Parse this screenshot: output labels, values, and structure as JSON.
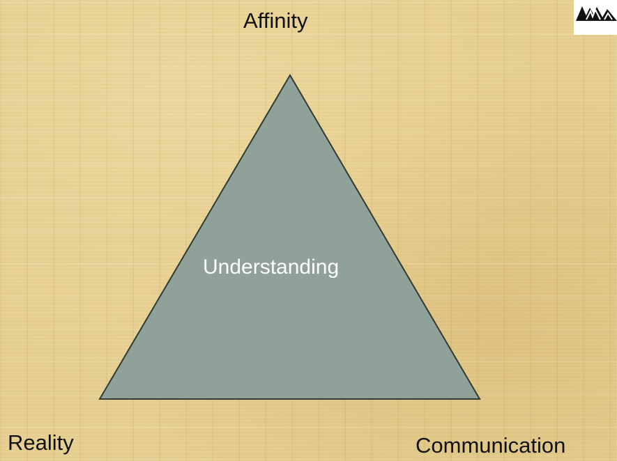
{
  "slide": {
    "background_color": "#e6cf8f",
    "diagram": {
      "type": "triangle",
      "fill_color": "#8fa198",
      "stroke_color": "#2f3a33",
      "center_label": "Understanding",
      "vertices": {
        "top": "Affinity",
        "bottom_left": "Reality",
        "bottom_right": "Communication"
      }
    },
    "logo": {
      "icon": "corner-logo-icon"
    }
  }
}
